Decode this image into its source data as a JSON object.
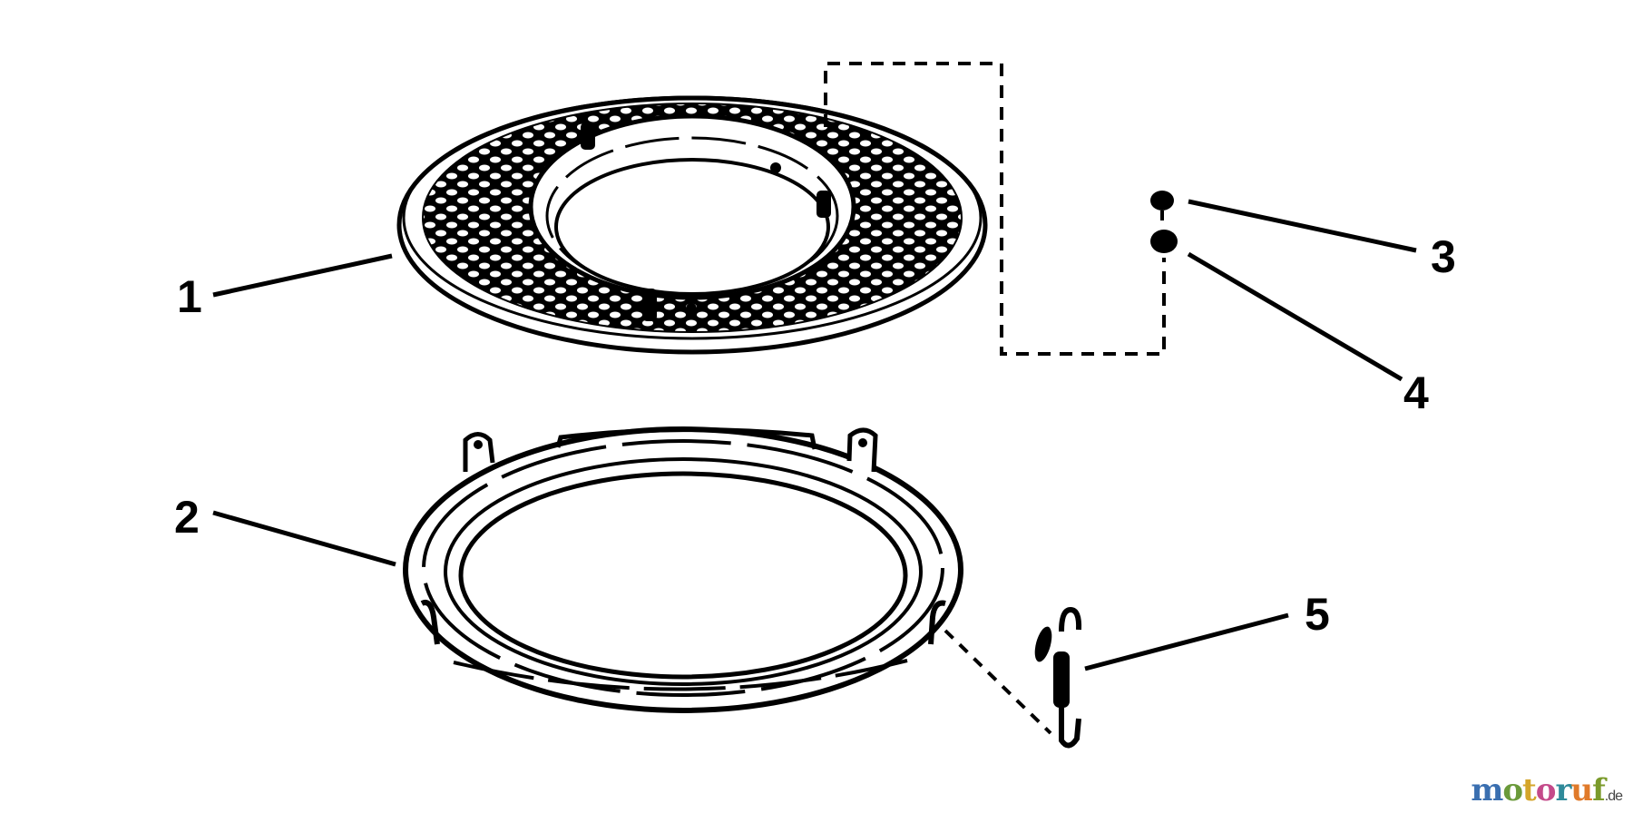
{
  "diagram": {
    "type": "exploded parts diagram",
    "background": "#ffffff",
    "line_color": "#000000",
    "parts": [
      {
        "id": "1",
        "label": "1",
        "description": "perforated annular screen plate with center collar"
      },
      {
        "id": "2",
        "label": "2",
        "description": "oval retaining ring with two mounting tabs"
      },
      {
        "id": "3",
        "label": "3",
        "description": "small round fastener (upper)"
      },
      {
        "id": "4",
        "label": "4",
        "description": "small round fastener (lower)"
      },
      {
        "id": "5",
        "label": "5",
        "description": "extension spring with hooked ends"
      }
    ]
  },
  "watermark": {
    "letters": [
      {
        "char": "m",
        "color": "#3a6fb0"
      },
      {
        "char": "o",
        "color": "#6a9a3a"
      },
      {
        "char": "t",
        "color": "#d4a52a"
      },
      {
        "char": "o",
        "color": "#c44a8a"
      },
      {
        "char": "r",
        "color": "#2f8a9a"
      },
      {
        "char": "u",
        "color": "#e07a2a"
      },
      {
        "char": "f",
        "color": "#7a9a2a"
      }
    ],
    "tld": ".de"
  }
}
